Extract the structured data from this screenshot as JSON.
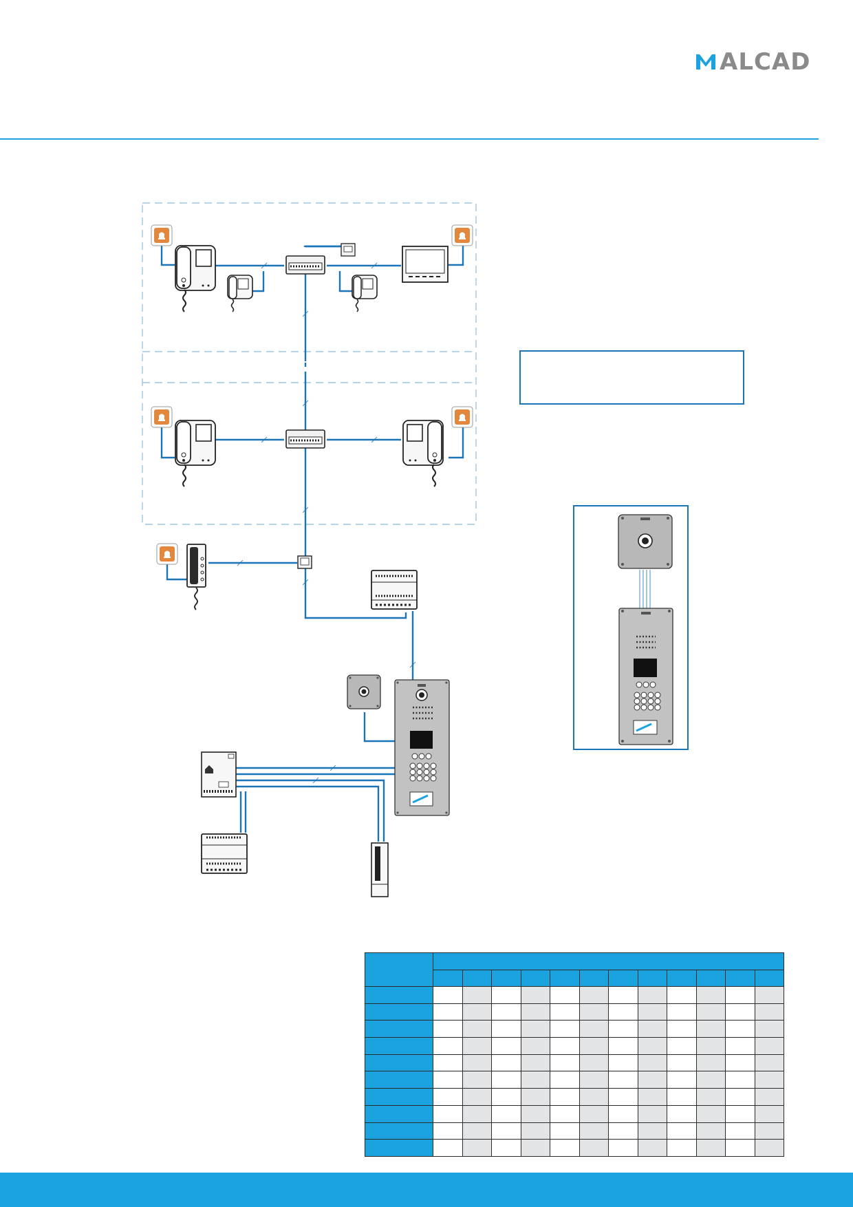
{
  "brand": {
    "name": "ALCAD"
  },
  "colors": {
    "accent": "#1ba3e0",
    "wire": "#1a74b8",
    "table_header": "#1ba3e0",
    "table_alt": "#e3e4e6",
    "bell_orange": "#e3873d",
    "logo_grey": "#8a8a8a"
  },
  "diagram": {
    "components": [
      {
        "id": "monitor-handset",
        "icon": "video-monitor-with-handset"
      },
      {
        "id": "compact-monitor",
        "icon": "compact-video-phone"
      },
      {
        "id": "touch-monitor",
        "icon": "flat-touch-monitor"
      },
      {
        "id": "distributor",
        "icon": "bus-distributor"
      },
      {
        "id": "audio-phone",
        "icon": "audio-handset"
      },
      {
        "id": "doorbell",
        "icon": "bell-icon"
      },
      {
        "id": "power-supply",
        "icon": "din-power-supply"
      },
      {
        "id": "camera-module",
        "icon": "camera-module"
      },
      {
        "id": "door-panel",
        "icon": "keypad-door-panel"
      },
      {
        "id": "controller",
        "icon": "access-controller"
      },
      {
        "id": "lock",
        "icon": "electric-lock"
      }
    ]
  },
  "table": {
    "rows": 11,
    "cols": 13
  }
}
